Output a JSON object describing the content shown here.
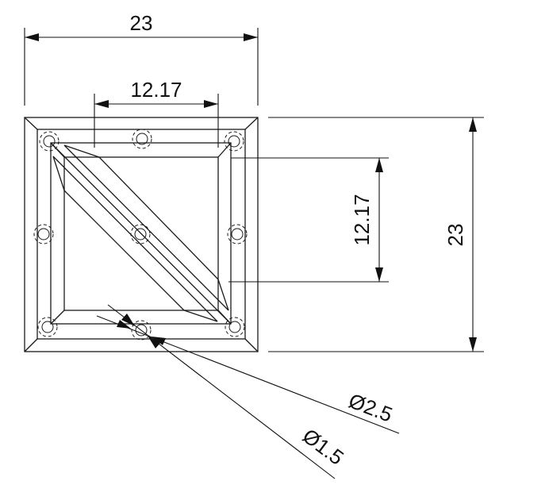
{
  "dimensions": {
    "top_width": "23",
    "inner_width": "12.17",
    "right_height": "23",
    "inner_height": "12.17",
    "diameter_large": "Ø2.5",
    "diameter_small": "Ø1.5"
  }
}
